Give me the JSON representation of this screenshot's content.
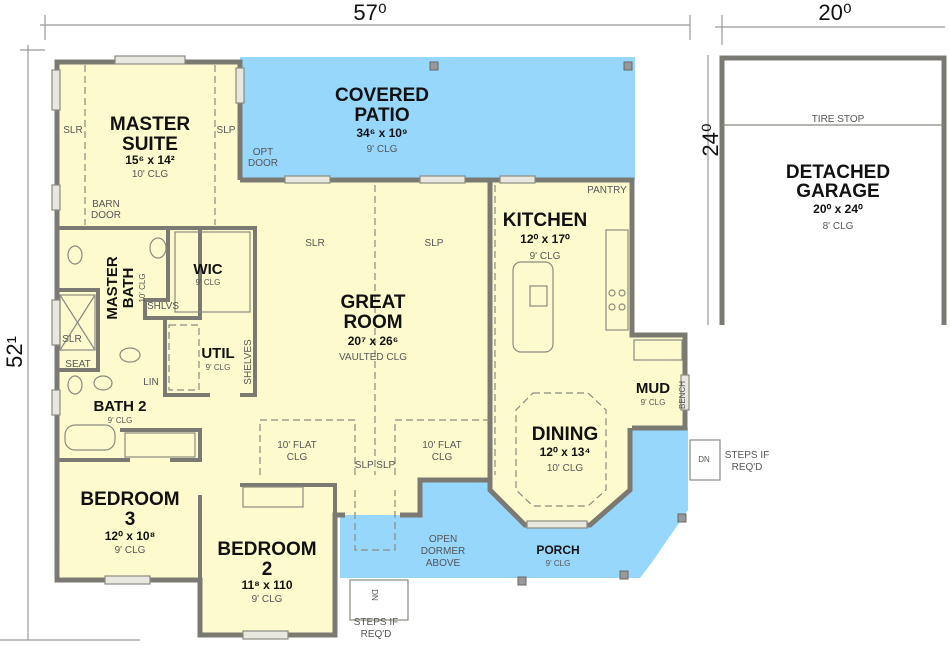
{
  "colors": {
    "interior": "#fdfbcd",
    "covered_area": "#97d7fc",
    "walls": "#7a7a72",
    "garage": "#ffffff"
  },
  "dimensions": {
    "overall_width": "57⁰",
    "overall_depth": "52¹",
    "garage_width": "20⁰",
    "garage_depth": "24⁰"
  },
  "rooms": {
    "master_suite": {
      "name1": "MASTER",
      "name2": "SUITE",
      "size": "15⁶ x 14²",
      "ceiling": "10' CLG"
    },
    "covered_patio": {
      "name1": "COVERED",
      "name2": "PATIO",
      "size": "34⁶ x 10⁹",
      "ceiling": "9' CLG"
    },
    "great_room": {
      "name1": "GREAT",
      "name2": "ROOM",
      "size": "20⁷ x 26⁶",
      "ceiling": "VAULTED CLG"
    },
    "kitchen": {
      "name": "KITCHEN",
      "size": "12⁰ x 17⁰",
      "ceiling": "9' CLG"
    },
    "pantry": {
      "name": "PANTRY"
    },
    "master_bath": {
      "name1": "MASTER",
      "name2": "BATH",
      "ceiling": "10' CLG"
    },
    "wic": {
      "name": "WIC",
      "ceiling": "9' CLG"
    },
    "util": {
      "name": "UTIL",
      "ceiling": "9' CLG"
    },
    "bath2": {
      "name": "BATH 2",
      "ceiling": "9' CLG"
    },
    "mud": {
      "name": "MUD",
      "ceiling": "9' CLG"
    },
    "dining": {
      "name": "DINING",
      "size": "12⁰ x 13⁴",
      "ceiling": "10' CLG"
    },
    "bedroom3": {
      "name1": "BEDROOM",
      "name2": "3",
      "size": "12⁰ x 10⁸",
      "ceiling": "9' CLG"
    },
    "bedroom2": {
      "name1": "BEDROOM",
      "name2": "2",
      "size": "11⁸ x 110",
      "ceiling": "9' CLG"
    },
    "porch": {
      "name": "PORCH",
      "ceiling": "9' CLG"
    },
    "garage": {
      "name1": "DETACHED",
      "name2": "GARAGE",
      "size": "20⁰ x 24⁰",
      "ceiling": "8' CLG",
      "tire_stop": "TIRE STOP"
    }
  },
  "notes": {
    "slp": "SLP",
    "slr": "SLR",
    "opt_door1": "OPT",
    "opt_door2": "DOOR",
    "barn_door1": "BARN",
    "barn_door2": "DOOR",
    "shlvs": "SHLVS",
    "shelves": "SHELVES",
    "seat": "SEAT",
    "lin": "LIN",
    "bench": "BENCH",
    "flat_clg1": "10' FLAT",
    "flat_clg2": "CLG",
    "slp_slp": "SLP SLP",
    "open_dormer1": "OPEN",
    "open_dormer2": "DORMER",
    "open_dormer3": "ABOVE",
    "steps1": "STEPS IF",
    "steps2": "REQ'D",
    "dn": "DN"
  }
}
